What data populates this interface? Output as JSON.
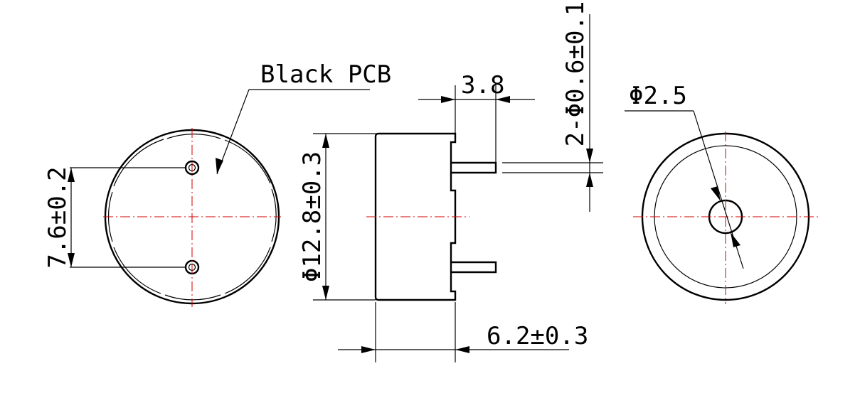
{
  "labels": {
    "black_pcb": "Black PCB",
    "pin_spacing": "7.6±0.2",
    "body_diameter": "Φ12.8±0.3",
    "pin_length": "3.8",
    "pin_diameter": "2-Φ0.6±0.1",
    "sound_hole": "Φ2.5",
    "body_height": "6.2±0.3"
  },
  "colors": {
    "outline": "#000000",
    "centerline": "#d00000"
  }
}
